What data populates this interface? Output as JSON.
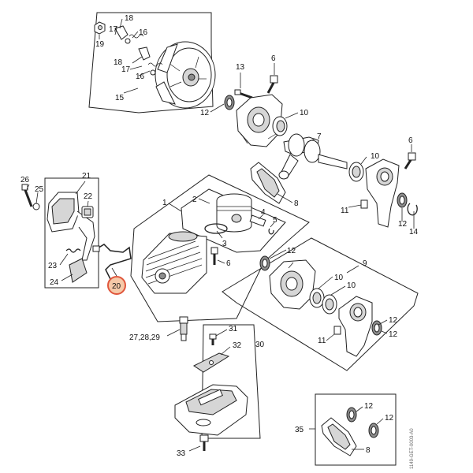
{
  "highlight_color": "#e0563c",
  "highlight_fill": "#f6c9a8",
  "callouts": {
    "c1": "1",
    "c2": "2",
    "c3": "3",
    "c4": "4",
    "c5": "5",
    "c6a": "6",
    "c6b": "6",
    "c6c": "6",
    "c7": "7",
    "c8a": "8",
    "c8b": "8",
    "c9": "9",
    "c10a": "10",
    "c10b": "10",
    "c10c": "10",
    "c10d": "10",
    "c11a": "11",
    "c11b": "11",
    "c12a": "12",
    "c12b": "12",
    "c12c": "12",
    "c12d": "12",
    "c12e": "12",
    "c12f": "12",
    "c13": "13",
    "c14": "14",
    "c15": "15",
    "c16a": "16",
    "c16b": "16",
    "c17a": "17",
    "c17b": "17",
    "c18a": "18",
    "c18b": "18",
    "c19": "19",
    "c20": "20",
    "c21": "21",
    "c22": "22",
    "c23": "23",
    "c24": "24",
    "c25": "25",
    "c26": "26",
    "c272829": "27,28,29",
    "c30": "30",
    "c31": "31",
    "c32": "32",
    "c33": "33",
    "c35": "35"
  },
  "doc_id": "1149-GET-0003-A0"
}
